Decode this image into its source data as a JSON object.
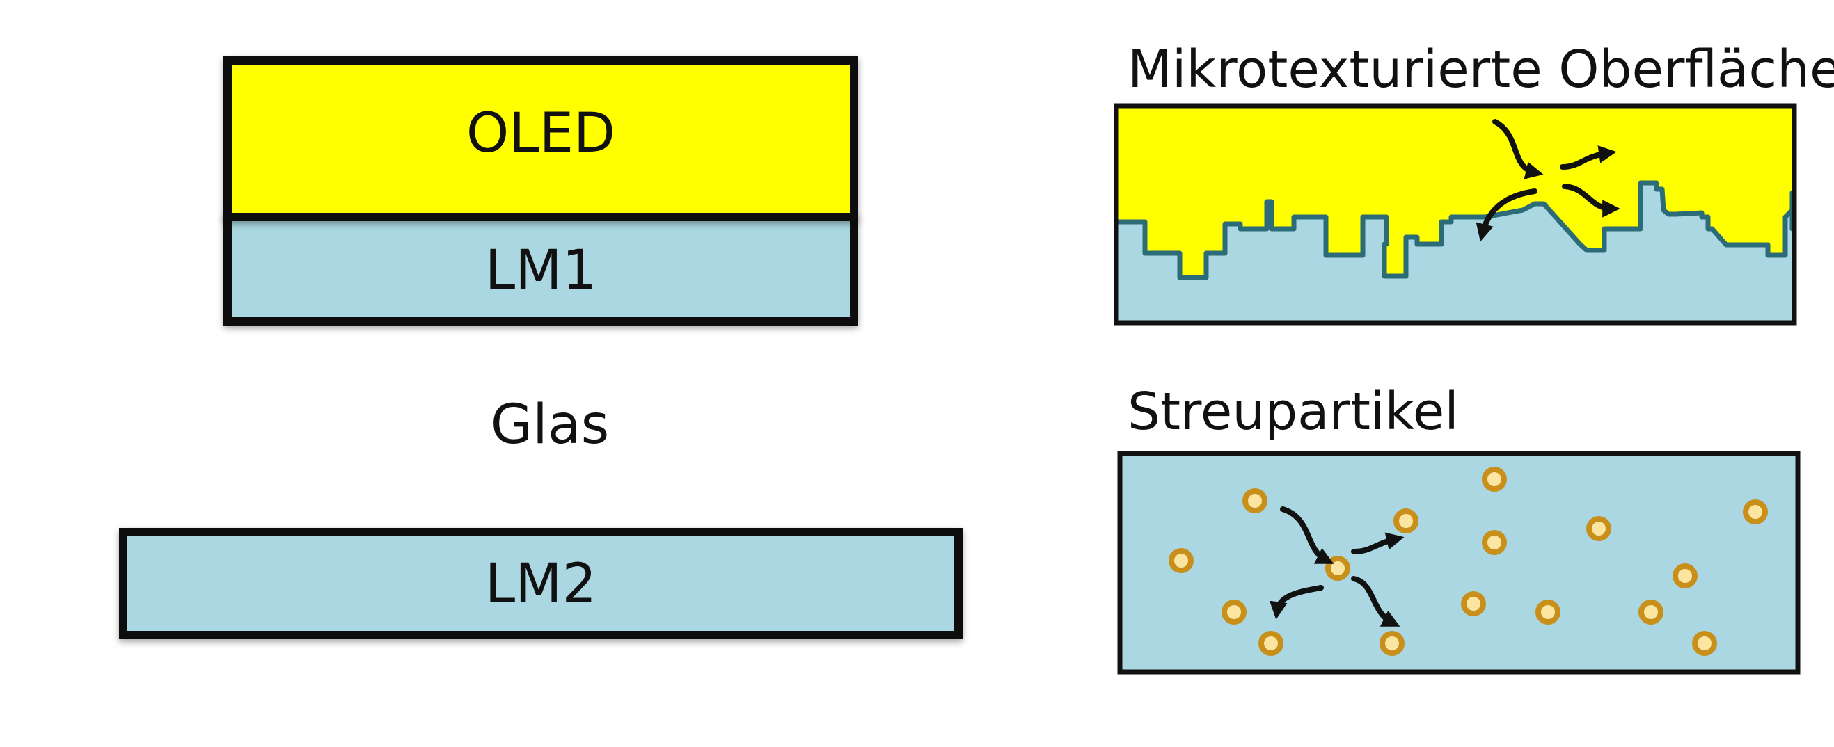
{
  "colors": {
    "oled": "#ffff00",
    "light_blue": "#aad7e1",
    "outline": "#111111",
    "texture_edge": "#2c6b78",
    "particle": "#c8901a",
    "particle_core": "#fbe5a0"
  },
  "left_stack": {
    "oled_label": "OLED",
    "lm1_label": "LM1",
    "glass_label": "Glas",
    "lm2_label": "LM2"
  },
  "microtexture_panel": {
    "title": "Mikrotexturierte Oberfläche"
  },
  "scatter_panel": {
    "title": "Streupartikel"
  }
}
